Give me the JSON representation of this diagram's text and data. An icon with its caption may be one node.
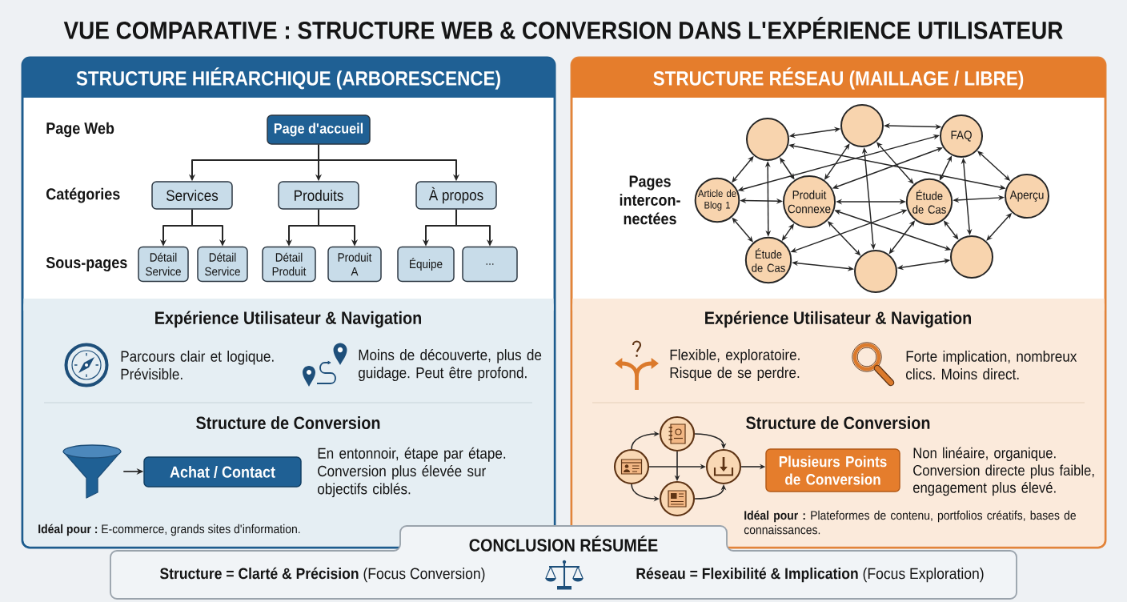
{
  "diagram": {
    "title": "VUE COMPARATIVE : STRUCTURE WEB & CONVERSION DANS L'EXPÉRIENCE UTILISATEUR",
    "nodes": [
      {
        "text": [
          "STRUCTURE HIÉRARCHIQUE (ARBORESCENCE)"
        ]
      },
      {
        "text": [
          "Page d'accueil"
        ],
        "in": 0
      },
      {
        "text": [
          "Services"
        ],
        "in": 0
      },
      {
        "text": [
          "Produits"
        ],
        "in": 0
      },
      {
        "text": [
          "À propos"
        ],
        "in": 0
      },
      {
        "text": [
          "Détail Service"
        ],
        "in": 0
      },
      {
        "text": [
          "Détail Service"
        ],
        "in": 0
      },
      {
        "text": [
          "Détail Produit"
        ],
        "in": 0
      },
      {
        "text": [
          "Produit A"
        ],
        "in": 0
      },
      {
        "text": [
          "Équipe"
        ],
        "in": 0
      },
      {
        "text": [
          "..."
        ],
        "in": 0
      },
      {
        "text": [
          "Expérience Utilisateur & Navigation",
          "Parcours clair et logique. Prévisible.",
          "Moins de découverte, plus de guidage. Peut être profond.",
          "Structure de Conversion",
          "En entonnoir, étape par étape. Conversion plus élevée sur objectifs ciblés.",
          "**Idéal pour :** E-commerce, grands sites d'information."
        ],
        "in": 0
      },
      {
        "text": [],
        "shape": "picture",
        "in": 11
      },
      {
        "text": [
          "Achat / Contact"
        ],
        "in": 11
      },
      {
        "text": [
          "STRUCTURE RÉSEAU (MAILLAGE / LIBRE)"
        ]
      },
      {
        "text": [],
        "shape": "circle",
        "in": 14
      },
      {
        "text": [],
        "shape": "circle",
        "in": 14
      },
      {
        "text": [
          "FAQ"
        ],
        "in": 14
      },
      {
        "text": [
          "Article de Blog 1"
        ],
        "in": 14
      },
      {
        "text": [
          "Produit Connexe"
        ],
        "in": 14
      },
      {
        "text": [
          "Étude de Cas"
        ],
        "in": 14
      },
      {
        "text": [
          "Aperçu"
        ],
        "in": 14
      },
      {
        "text": [
          "Étude de Cas"
        ],
        "in": 14
      },
      {
        "text": [],
        "shape": "circle",
        "in": 14
      },
      {
        "text": [],
        "shape": "circle",
        "in": 14
      },
      {
        "text": [
          "Expérience Utilisateur & Navigation",
          "Flexible, exploratoire. Risque de se perdre.",
          "Forte implication, nombreux clics. Moins direct.",
          "Structure de Conversion",
          "Non linéaire, organique. Conversion directe plus faible, engagement plus élevé.",
          "**Idéal pour :** Plateformes de contenu, portfolios créatifs, bases de connaissances."
        ],
        "in": 14
      },
      {
        "text": [],
        "shape": "circle",
        "in": 25
      },
      {
        "text": [],
        "shape": "circle",
        "in": 25
      },
      {
        "text": [],
        "shape": "circle",
        "in": 25
      },
      {
        "text": [],
        "shape": "circle",
        "in": 25
      },
      {
        "text": [
          "Plusieurs Points de Conversion"
        ],
        "in": 25
      },
      {
        "text": [
          "CONCLUSION RÉSUMÉE",
          "**Structure = Clarté & Précision** (Focus Conversion)",
          "**Réseau = Flexibilité & Implication** (Focus Exploration)"
        ]
      }
    ],
    "edges": [
      {
        "from": 1,
        "to": 2,
        "arrow": "to"
      },
      {
        "from": 1,
        "to": 3,
        "arrow": "to"
      },
      {
        "from": 1,
        "to": 4,
        "arrow": "to"
      },
      {
        "from": 2,
        "to": 5,
        "arrow": "to"
      },
      {
        "from": 2,
        "to": 6,
        "arrow": "to"
      },
      {
        "from": 3,
        "to": 7,
        "arrow": "to"
      },
      {
        "from": 3,
        "to": 8,
        "arrow": "to"
      },
      {
        "from": 4,
        "to": 9,
        "arrow": "to"
      },
      {
        "from": 4,
        "to": 10,
        "arrow": "to"
      },
      {
        "from": 12,
        "to": 13,
        "arrow": "to"
      },
      {
        "from": 15,
        "to": 16,
        "arrow": "both"
      },
      {
        "from": 16,
        "to": 17,
        "arrow": "both"
      },
      {
        "from": 15,
        "to": 18,
        "arrow": "both"
      },
      {
        "from": 15,
        "to": 19,
        "arrow": "both"
      },
      {
        "from": 15,
        "to": 22,
        "arrow": "both"
      },
      {
        "from": 15,
        "to": 21,
        "arrow": "both"
      },
      {
        "from": 18,
        "to": 17,
        "arrow": "both"
      },
      {
        "from": 18,
        "to": 19,
        "arrow": "both"
      },
      {
        "from": 18,
        "to": 22,
        "arrow": "both"
      },
      {
        "from": 16,
        "to": 19,
        "arrow": "both"
      },
      {
        "from": 16,
        "to": 23,
        "arrow": "both"
      },
      {
        "from": 16,
        "to": 20,
        "arrow": "both"
      },
      {
        "from": 19,
        "to": 17,
        "arrow": "both"
      },
      {
        "from": 19,
        "to": 20,
        "arrow": "both"
      },
      {
        "from": 19,
        "to": 23,
        "arrow": "both"
      },
      {
        "from": 19,
        "to": 22,
        "arrow": "both"
      },
      {
        "from": 19,
        "to": 24,
        "arrow": "both"
      },
      {
        "from": 20,
        "to": 17,
        "arrow": "both"
      },
      {
        "from": 20,
        "to": 21,
        "arrow": "both"
      },
      {
        "from": 20,
        "to": 24,
        "arrow": "both"
      },
      {
        "from": 20,
        "to": 23,
        "arrow": "both"
      },
      {
        "from": 20,
        "to": 22,
        "arrow": "both"
      },
      {
        "from": 17,
        "to": 21,
        "arrow": "both"
      },
      {
        "from": 17,
        "to": 24,
        "arrow": "both"
      },
      {
        "from": 21,
        "to": 24,
        "arrow": "both"
      },
      {
        "from": 22,
        "to": 23,
        "arrow": "both"
      },
      {
        "from": 23,
        "to": 24,
        "arrow": "both"
      },
      {
        "from": 26,
        "to": 27,
        "arrow": "to"
      },
      {
        "from": 27,
        "to": 28,
        "arrow": "to"
      },
      {
        "from": 26,
        "to": 28,
        "arrow": "to"
      },
      {
        "from": 27,
        "to": 29,
        "arrow": "to"
      },
      {
        "from": 26,
        "to": 29,
        "arrow": "to"
      },
      {
        "from": 29,
        "to": 28,
        "arrow": "to"
      },
      {
        "from": 28,
        "to": 30,
        "arrow": "to"
      }
    ],
    "labels": [
      "Page Web",
      "Catégories",
      "Sous-pages",
      "Pages intercon- nectées"
    ]
  }
}
